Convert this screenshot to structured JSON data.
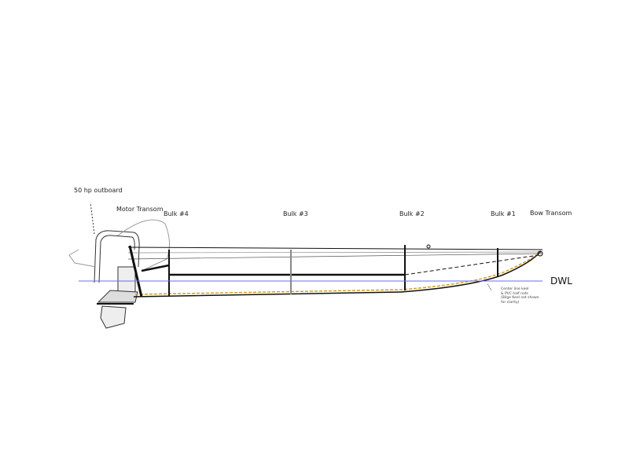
{
  "labels": {
    "outboard": "50 hp outboard",
    "motor_transom": "Motor Transom",
    "bulk4": "Bulk #4",
    "bulk3": "Bulk #3",
    "bulk2": "Bulk #2",
    "bulk1": "Bulk #1",
    "bow_transom": "Bow Transom",
    "dwl": "DWL",
    "note": [
      "Center line keel",
      "& PVC half rods",
      "(Bilge Keel not shown",
      "for clarity)"
    ]
  },
  "colors": {
    "waterline": "#6b6bff",
    "keel": "#d4a017",
    "line": "#111111"
  }
}
